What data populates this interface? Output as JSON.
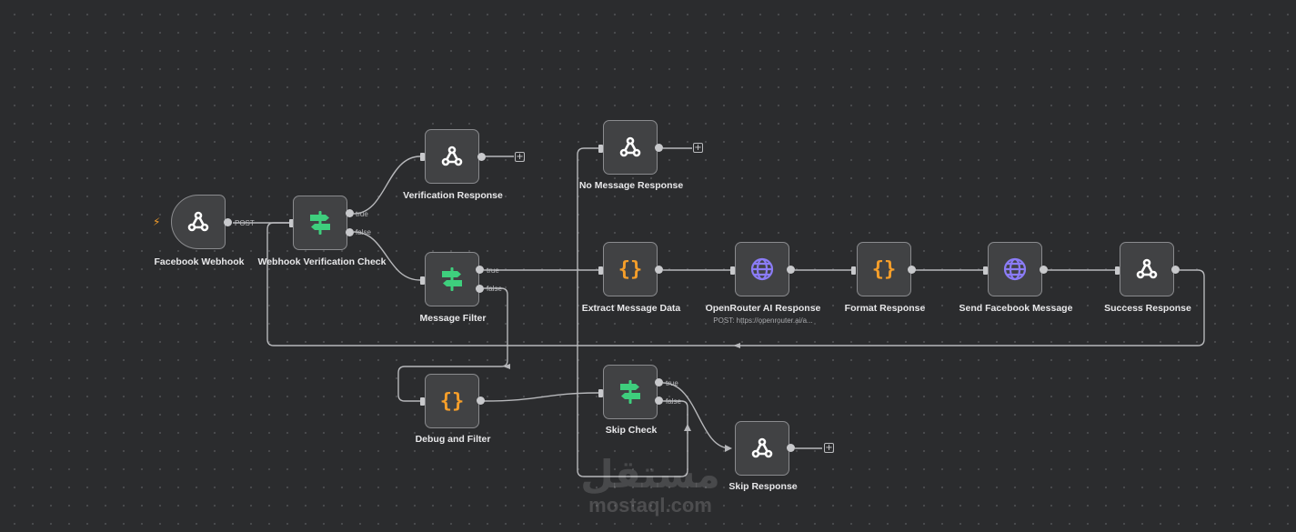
{
  "canvas": {
    "title": "Facebook Messenger AI Workflow",
    "watermark": {
      "arabic": "مستقل",
      "latin": "mostaql.com"
    }
  },
  "nodes": {
    "facebook_webhook": {
      "label": "Facebook Webhook",
      "icon": "webhook-icon"
    },
    "webhook_verification_check": {
      "label": "Webhook Verification Check",
      "icon": "switch-icon"
    },
    "verification_response": {
      "label": "Verification Response",
      "icon": "webhook-icon"
    },
    "message_filter": {
      "label": "Message Filter",
      "icon": "switch-icon"
    },
    "no_message_response": {
      "label": "No Message Response",
      "icon": "webhook-icon"
    },
    "extract_message_data": {
      "label": "Extract Message Data",
      "icon": "code-braces-icon"
    },
    "openrouter_ai_response": {
      "label": "OpenRouter AI Response",
      "sublabel": "POST: https://openrouter.ai/a...",
      "icon": "globe-icon"
    },
    "format_response": {
      "label": "Format Response",
      "icon": "code-braces-icon"
    },
    "send_facebook_message": {
      "label": "Send Facebook Message",
      "icon": "globe-icon"
    },
    "success_response": {
      "label": "Success Response",
      "icon": "webhook-icon"
    },
    "debug_and_filter": {
      "label": "Debug and Filter",
      "icon": "code-braces-icon"
    },
    "skip_check": {
      "label": "Skip Check",
      "icon": "switch-icon"
    },
    "skip_response": {
      "label": "Skip Response",
      "icon": "webhook-icon"
    }
  },
  "connections": {
    "post_label": "POST",
    "true_label": "true",
    "false_label": "false",
    "add_symbol": "+"
  },
  "colors": {
    "switch_icon": "#3ecf7d",
    "code_icon": "#f59e2a",
    "globe_icon": "#8b7cf6",
    "trigger_bolt": "#f59e2a",
    "wire": "#b7b8bb"
  }
}
